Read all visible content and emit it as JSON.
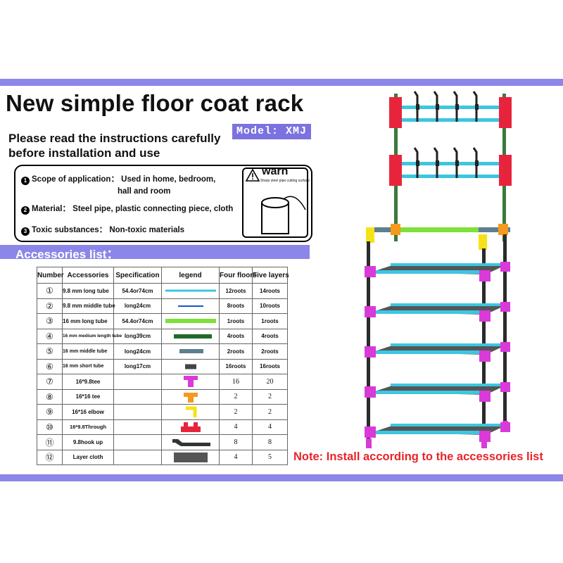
{
  "title": "New simple floor coat rack",
  "subtitle": "Please read the instructions carefully\nbefore installation and use",
  "model": "Model: XMJ",
  "info": {
    "items": [
      {
        "marker": "1",
        "text": "Scope of application： Used in home, bedroom,"
      },
      {
        "marker": "",
        "text": "hall and room"
      },
      {
        "marker": "2",
        "text": "Material： Steel pipe, plastic connecting piece, cloth"
      },
      {
        "marker": "3",
        "text": "Toxic substances： Non-toxic materials"
      }
    ],
    "warn_title": "warn",
    "warn_sub": "Sharp steel pipe cutting surface"
  },
  "accessories_title": "Accessories list：",
  "table": {
    "headers": [
      "Number",
      "Accessories",
      "Specification",
      "legend",
      "Four floors",
      "Five layers"
    ],
    "rows": [
      {
        "num": "①",
        "name": "9.8 mm long tube",
        "spec": "54.4or74cm",
        "legend": "thin-cyan-tube",
        "four": "12roots",
        "five": "14roots"
      },
      {
        "num": "②",
        "name": "9.8 mm middle tube",
        "spec": "long24cm",
        "legend": "thin-blue-tube",
        "four": "8roots",
        "five": "10roots"
      },
      {
        "num": "③",
        "name": "16 mm long tube",
        "spec": "54.4or74cm",
        "legend": "green-tube",
        "four": "1roots",
        "five": "1roots"
      },
      {
        "num": "④",
        "name": "16 mm medium length tube",
        "spec": "long39cm",
        "legend": "dark-green-tube",
        "four": "4roots",
        "five": "4roots"
      },
      {
        "num": "⑤",
        "name": "16 mm middle tube",
        "spec": "long24cm",
        "legend": "slate-tube",
        "four": "2roots",
        "five": "2roots"
      },
      {
        "num": "⑥",
        "name": "16 mm short tube",
        "spec": "long17cm",
        "legend": "dark-short-tube",
        "four": "16roots",
        "five": "16roots"
      },
      {
        "num": "⑦",
        "name": "16*9.8tee",
        "spec": "",
        "legend": "magenta-tee",
        "four": "16",
        "five": "20"
      },
      {
        "num": "⑧",
        "name": "16*16 tee",
        "spec": "",
        "legend": "orange-tee",
        "four": "2",
        "five": "2"
      },
      {
        "num": "⑨",
        "name": "16*16 elbow",
        "spec": "",
        "legend": "yellow-elbow",
        "four": "2",
        "five": "2"
      },
      {
        "num": "⑩",
        "name": "16*9.8Through",
        "spec": "",
        "legend": "red-through",
        "four": "4",
        "five": "4"
      },
      {
        "num": "⑪",
        "name": "9.8hook up",
        "spec": "",
        "legend": "hook",
        "four": "8",
        "five": "8"
      },
      {
        "num": "⑫",
        "name": "Layer cloth",
        "spec": "",
        "legend": "cloth",
        "four": "4",
        "five": "5"
      }
    ]
  },
  "note": "Note: Install according to the accessories list",
  "colors": {
    "banner": "#8b86e8",
    "model_bg": "#7b72df",
    "note": "#e8242a",
    "tube_cyan": "#3cc6e0",
    "tee_magenta": "#d93ad8",
    "tube_green": "#7ee03a",
    "hook_dark": "#333333"
  }
}
